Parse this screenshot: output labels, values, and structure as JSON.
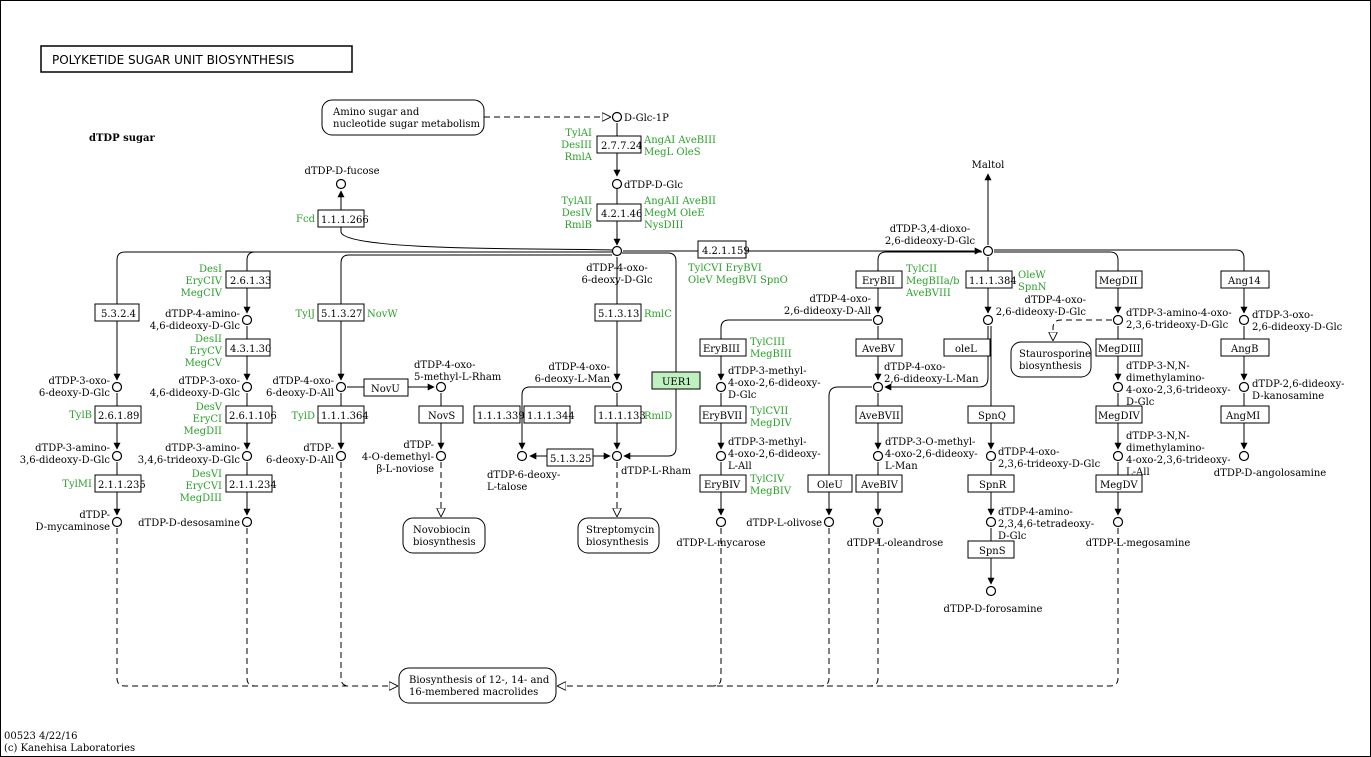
{
  "title": "POLYKETIDE SUGAR UNIT BIOSYNTHESIS",
  "section_label": "dTDP sugar",
  "footer": {
    "id_date": "00523 4/22/16",
    "copyright": "(c) Kanehisa Laboratories"
  },
  "pathways": {
    "amino_sugar": [
      "Amino sugar and",
      "nucleotide sugar metabolism"
    ],
    "staurosporine": [
      "Staurosporine",
      "biosynthesis"
    ],
    "novobiocin": [
      "Novobiocin",
      "biosynthesis"
    ],
    "streptomycin": [
      "Streptomycin",
      "biosynthesis"
    ],
    "macrolides": [
      "Biosynthesis of 12-, 14- and",
      "16-membered macrolides"
    ]
  },
  "compounds": {
    "dglc1p": [
      "D-Glc-1P"
    ],
    "dtdp_dglc": [
      "dTDP-D-Glc"
    ],
    "fucose": [
      "dTDP-D-fucose"
    ],
    "keto": [
      "dTDP-4-oxo-",
      "6-deoxy-D-Glc"
    ],
    "dioxo": [
      "dTDP-3,4-dioxo-",
      "2,6-dideoxy-D-Glc"
    ],
    "maltol": [
      "Maltol"
    ],
    "amino46": [
      "dTDP-4-amino-",
      "4,6-dideoxy-D-Glc"
    ],
    "oxo36": [
      "dTDP-3-oxo-",
      "6-deoxy-D-Glc"
    ],
    "oxo346": [
      "dTDP-3-oxo-",
      "4,6-dideoxy-D-Glc"
    ],
    "oxo4all": [
      "dTDP-4-oxo-",
      "6-deoxy-D-All"
    ],
    "methylrham": [
      "dTDP-4-oxo-",
      "5-methyl-L-Rham"
    ],
    "oxo_lman": [
      "dTDP-4-oxo-",
      "6-deoxy-L-Man"
    ],
    "amino36": [
      "dTDP-3-amino-",
      "3,6-dideoxy-D-Glc"
    ],
    "amino346": [
      "dTDP-3-amino-",
      "3,4,6-trideoxy-D-Glc"
    ],
    "deoxy_all": [
      "dTDP-",
      "6-deoxy-D-All"
    ],
    "noviose": [
      "dTDP-",
      "4-O-demethyl-",
      "β-L-noviose"
    ],
    "talose": [
      "dTDP-6-deoxy-",
      "L-talose"
    ],
    "lrham": [
      "dTDP-L-Rham"
    ],
    "mycaminose": [
      "dTDP-",
      "D-mycaminose"
    ],
    "desosamine": [
      "dTDP-D-desosamine"
    ],
    "oxo26all": [
      "dTDP-4-oxo-",
      "2,6-dideoxy-D-All"
    ],
    "methyl_oxo": [
      "dTDP-3-methyl-",
      "4-oxo-2,6-dideoxy-",
      "D-Glc"
    ],
    "methyl_lall": [
      "dTDP-3-methyl-",
      "4-oxo-2,6-dideoxy-",
      "L-All"
    ],
    "mycarose": [
      "dTDP-L-mycarose"
    ],
    "olivose": [
      "dTDP-L-olivose"
    ],
    "oxo26lman": [
      "dTDP-4-oxo-",
      "2,6-dideoxy-L-Man"
    ],
    "omethyl": [
      "dTDP-3-O-methyl-",
      "4-oxo-2,6-dideoxy-",
      "L-Man"
    ],
    "oleandrose": [
      "dTDP-L-oleandrose"
    ],
    "oxo26glc": [
      "dTDP-4-oxo-",
      "2,6-dideoxy-D-Glc"
    ],
    "oxo236": [
      "dTDP-4-oxo-",
      "2,3,6-trideoxy-D-Glc"
    ],
    "amino_tetra": [
      "dTDP-4-amino-",
      "2,3,4,6-tetradeoxy-",
      "D-Glc"
    ],
    "forosamine": [
      "dTDP-D-forosamine"
    ],
    "amino_oxo": [
      "dTDP-3-amino-4-oxo-",
      "2,3,6-trideoxy-D-Glc"
    ],
    "nn_oxo": [
      "dTDP-3-N,N-",
      "dimethylamino-",
      "4-oxo-2,3,6-trideoxy-",
      "D-Glc"
    ],
    "nn_lall": [
      "dTDP-3-N,N-",
      "dimethylamino-",
      "4-oxo-2,3,6-trideoxy-",
      "L-All"
    ],
    "megosamine": [
      "dTDP-L-megosamine"
    ],
    "oxo3_26": [
      "dTDP-3-oxo-",
      "2,6-dideoxy-D-Glc"
    ],
    "kanosamine": [
      "dTDP-2,6-dideoxy-",
      "D-kanosamine"
    ],
    "angolosamine": [
      "dTDP-D-angolosamine"
    ]
  },
  "enzymes": {
    "e27724": "2.7.7.24",
    "e42146": "4.2.1.46",
    "e111266": "1.1.1.266",
    "e421159": "4.2.1.159",
    "e2613a": "2.6.1.33",
    "e5324": "5.3.2.4",
    "e51327": "5.1.3.27",
    "e51313": "5.1.3.13",
    "e43130": "4.3.1.30",
    "e261106": "2.6.1.106",
    "e111364": "1.1.1.364",
    "novu": "NovU",
    "novs": "NovS",
    "e111339": "1.1.1.339",
    "e111344": "1.1.1.344",
    "e111133": "1.1.1.133",
    "uer1": "UER1",
    "e51325": "5.1.3.25",
    "e26189": "2.6.1.89",
    "e211235": "2.1.1.235",
    "e211234": "2.1.1.234",
    "erybii": "EryBII",
    "erybiii": "EryBIII",
    "erybvii": "EryBVII",
    "erybiv": "EryBIV",
    "avebv": "AveBV",
    "avebvii": "AveBVII",
    "avebiv": "AveBIV",
    "olel": "oleL",
    "oleu": "OleU",
    "e111384": "1.1.1.384",
    "spnq": "SpnQ",
    "spnr": "SpnR",
    "spns": "SpnS",
    "megdii": "MegDII",
    "megdiii": "MegDIII",
    "megdiv": "MegDIV",
    "megdv": "MegDV",
    "ang14": "Ang14",
    "angb": "AngB",
    "angmi": "AngMI"
  },
  "gene_labels": {
    "g27724_l": [
      "TylAI",
      "DesIII",
      "RmlA"
    ],
    "g27724_r": [
      "AngAI AveBIII",
      "MegL OleS"
    ],
    "g42146_l": [
      "TylAII",
      "DesIV",
      "RmlB"
    ],
    "g42146_r": [
      "AngAII AveBII",
      "MegM OleE",
      "NysDIII"
    ],
    "fcd": [
      "Fcd"
    ],
    "g2613": [
      "DesI",
      "EryCIV",
      "MegCIV"
    ],
    "tylj": [
      "TylJ"
    ],
    "novw": [
      "NovW"
    ],
    "rmlc": [
      "RmlC"
    ],
    "g43130": [
      "DesII",
      "EryCV",
      "MegCV"
    ],
    "g261106": [
      "DesV",
      "EryCI",
      "MegDII"
    ],
    "tyld": [
      "TylD"
    ],
    "rmld": [
      "RmlD"
    ],
    "tylb": [
      "TylB"
    ],
    "tylmi": [
      "TylMI"
    ],
    "g211234": [
      "DesVI",
      "EryCVI",
      "MegDIII"
    ],
    "g421159": [
      "TylCVI EryBVI",
      "OleV MegBVI SpnO"
    ],
    "tylcii": [
      "TylCII",
      "MegBIIa/b",
      "AveBVIII"
    ],
    "tylciii": [
      "TylCIII",
      "MegBIII"
    ],
    "tylcvii": [
      "TylCVII",
      "MegDIV"
    ],
    "tylciv": [
      "TylCIV",
      "MegBIV"
    ],
    "olew": [
      "OleW",
      "SpnN"
    ]
  }
}
